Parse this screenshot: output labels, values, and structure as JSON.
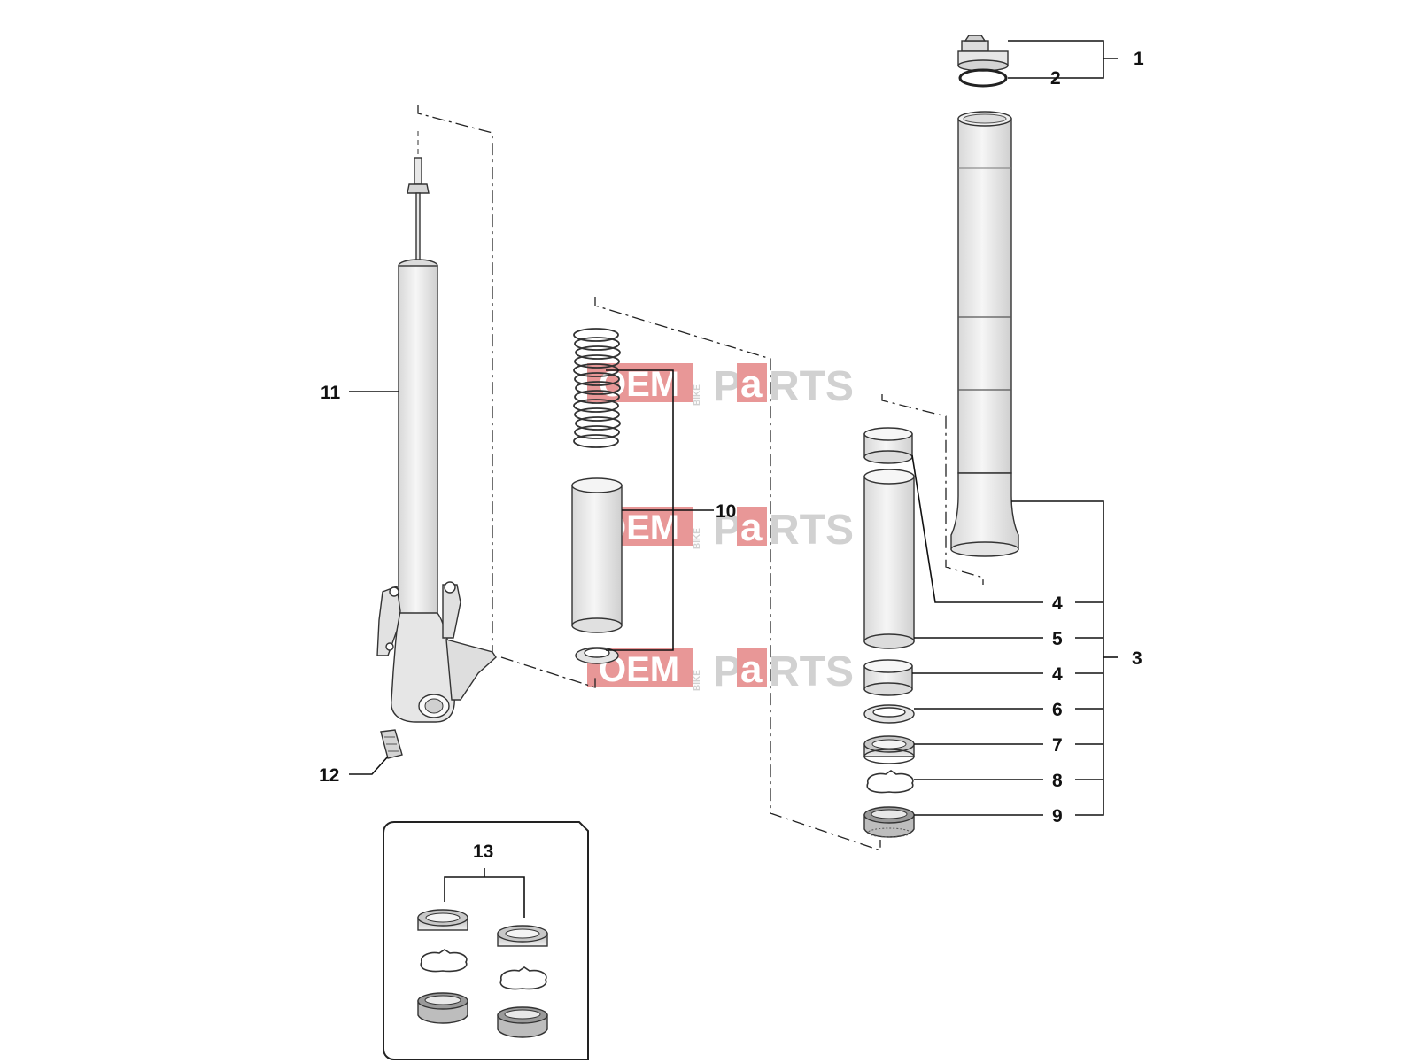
{
  "callouts": {
    "c1": "1",
    "c2": "2",
    "c3": "3",
    "c4a": "4",
    "c4b": "4",
    "c5": "5",
    "c6": "6",
    "c7": "7",
    "c8": "8",
    "c9": "9",
    "c10": "10",
    "c11": "11",
    "c12": "12",
    "c13": "13"
  },
  "watermark": {
    "oem": "OEM",
    "bike": "BIKE",
    "p": "P",
    "a": "a",
    "rts": "RTS"
  },
  "colors": {
    "line": "#111111",
    "part_fill": "#ebebeb",
    "watermark_red": "#e47c7c",
    "watermark_grey": "#c9c9c9"
  }
}
